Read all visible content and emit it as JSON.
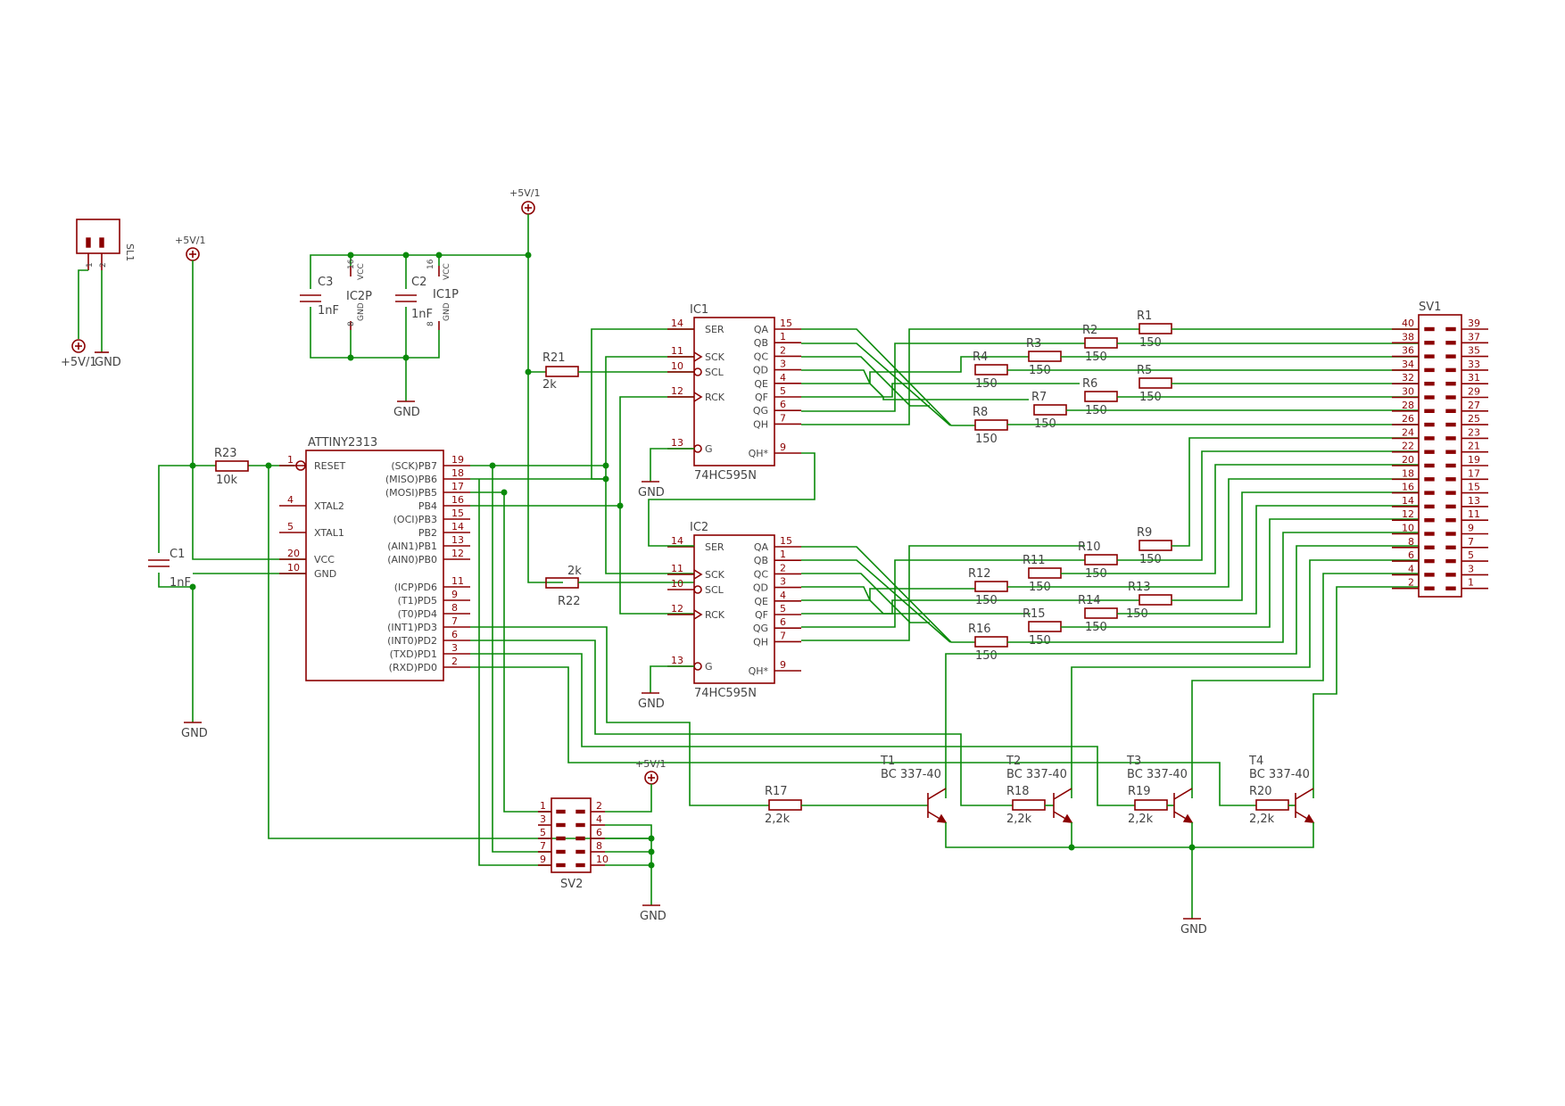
{
  "sl1": {
    "name": "SL1",
    "p1": "1",
    "p2": "2",
    "left": "+5V/1",
    "right": "GND"
  },
  "supply": {
    "top": "+5V/1",
    "left": "+5V/1",
    "sv2": "+5V/1"
  },
  "gnd": "GND",
  "caps": {
    "c3": {
      "name": "C3",
      "value": "1nF"
    },
    "c2": {
      "name": "C2",
      "value": "1nF"
    },
    "c1": {
      "name": "C1",
      "value": "1nF"
    }
  },
  "ic2p": {
    "name": "IC2P",
    "vcc": "VCC",
    "gnd": "GND",
    "p16": "16",
    "p8": "8"
  },
  "ic1p": {
    "name": "IC1P",
    "vcc": "VCC",
    "gnd": "GND",
    "p16": "16",
    "p8": "8"
  },
  "r21": {
    "name": "R21",
    "value": "2k"
  },
  "r22": {
    "name": "R22",
    "value": "2k"
  },
  "r23": {
    "name": "R23",
    "value": "10k"
  },
  "attiny": {
    "name": "ATTINY2313",
    "left": [
      {
        "num": "1",
        "label": "RESET"
      },
      {
        "num": "4",
        "label": "XTAL2"
      },
      {
        "num": "5",
        "label": "XTAL1"
      },
      {
        "num": "20",
        "label": "VCC"
      },
      {
        "num": "10",
        "label": "GND"
      }
    ],
    "right": [
      {
        "num": "19",
        "label": "(SCK)PB7"
      },
      {
        "num": "18",
        "label": "(MISO)PB6"
      },
      {
        "num": "17",
        "label": "(MOSI)PB5"
      },
      {
        "num": "16",
        "label": "PB4"
      },
      {
        "num": "15",
        "label": "(OCI)PB3"
      },
      {
        "num": "14",
        "label": "PB2"
      },
      {
        "num": "13",
        "label": "(AIN1)PB1"
      },
      {
        "num": "12",
        "label": "(AIN0)PB0"
      },
      {
        "num": "11",
        "label": "(ICP)PD6"
      },
      {
        "num": "9",
        "label": "(T1)PD5"
      },
      {
        "num": "8",
        "label": "(T0)PD4"
      },
      {
        "num": "7",
        "label": "(INT1)PD3"
      },
      {
        "num": "6",
        "label": "(INT0)PD2"
      },
      {
        "num": "3",
        "label": "(TXD)PD1"
      },
      {
        "num": "2",
        "label": "(RXD)PD0"
      }
    ]
  },
  "shift": {
    "ic1": "IC1",
    "ic2": "IC2",
    "part": "74HC595N",
    "left": [
      {
        "num": "14",
        "label": "SER"
      },
      {
        "num": "11",
        "label": "SCK"
      },
      {
        "num": "10",
        "label": "SCL"
      },
      {
        "num": "12",
        "label": "RCK"
      },
      {
        "num": "13",
        "label": "G"
      }
    ],
    "right": [
      {
        "num": "15",
        "label": "QA"
      },
      {
        "num": "1",
        "label": "QB"
      },
      {
        "num": "2",
        "label": "QC"
      },
      {
        "num": "3",
        "label": "QD"
      },
      {
        "num": "4",
        "label": "QE"
      },
      {
        "num": "5",
        "label": "QF"
      },
      {
        "num": "6",
        "label": "QG"
      },
      {
        "num": "7",
        "label": "QH"
      },
      {
        "num": "9",
        "label": "QH*"
      }
    ]
  },
  "res_top": [
    {
      "name": "R1",
      "value": "150"
    },
    {
      "name": "R2",
      "value": "150"
    },
    {
      "name": "R3",
      "value": "150"
    },
    {
      "name": "R4",
      "value": "150"
    },
    {
      "name": "R5",
      "value": "150"
    },
    {
      "name": "R6",
      "value": "150"
    },
    {
      "name": "R7",
      "value": "150"
    },
    {
      "name": "R8",
      "value": "150"
    }
  ],
  "res_bot": [
    {
      "name": "R9",
      "value": "150"
    },
    {
      "name": "R10",
      "value": "150"
    },
    {
      "name": "R11",
      "value": "150"
    },
    {
      "name": "R12",
      "value": "150"
    },
    {
      "name": "R13",
      "value": "150"
    },
    {
      "name": "R14",
      "value": "150"
    },
    {
      "name": "R15",
      "value": "150"
    },
    {
      "name": "R16",
      "value": "150"
    }
  ],
  "base_res": [
    {
      "name": "R17",
      "value": "2,2k"
    },
    {
      "name": "R18",
      "value": "2,2k"
    },
    {
      "name": "R19",
      "value": "2,2k"
    },
    {
      "name": "R20",
      "value": "2,2k"
    }
  ],
  "transistors": [
    {
      "name": "T1",
      "part": "BC 337-40"
    },
    {
      "name": "T2",
      "part": "BC 337-40"
    },
    {
      "name": "T3",
      "part": "BC 337-40"
    },
    {
      "name": "T4",
      "part": "BC 337-40"
    }
  ],
  "sv1": {
    "name": "SV1",
    "left": [
      "40",
      "38",
      "36",
      "34",
      "32",
      "30",
      "28",
      "26",
      "24",
      "22",
      "20",
      "18",
      "16",
      "14",
      "12",
      "10",
      "8",
      "6",
      "4",
      "2"
    ],
    "right": [
      "39",
      "37",
      "35",
      "33",
      "31",
      "29",
      "27",
      "25",
      "23",
      "21",
      "19",
      "17",
      "15",
      "13",
      "11",
      "9",
      "7",
      "5",
      "3",
      "1"
    ]
  },
  "sv2": {
    "name": "SV2",
    "left": [
      "1",
      "3",
      "5",
      "7",
      "9"
    ],
    "right": [
      "2",
      "4",
      "6",
      "8",
      "10"
    ]
  }
}
